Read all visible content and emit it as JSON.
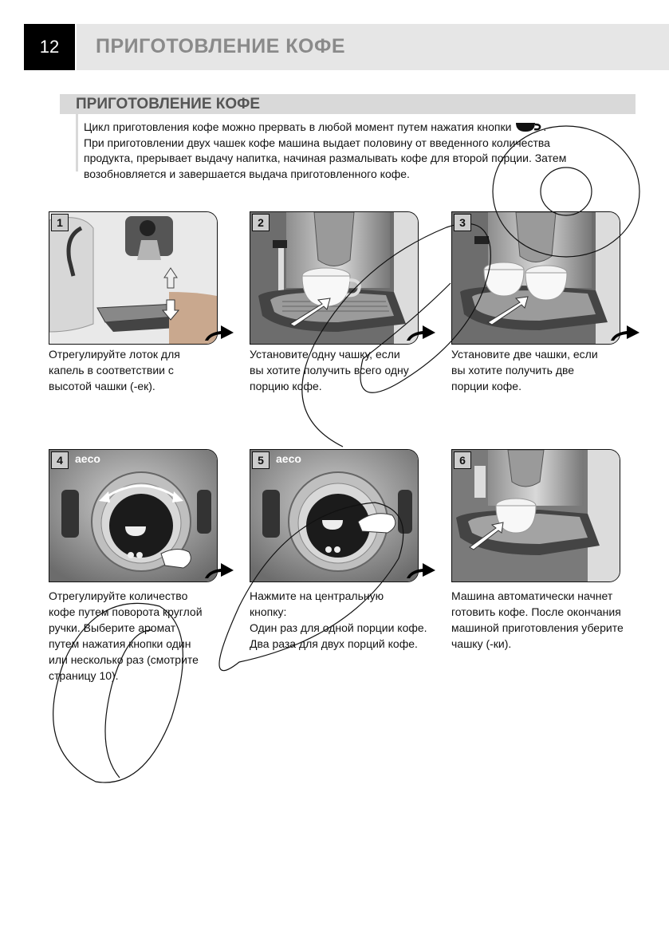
{
  "header": {
    "page_number": "12",
    "title": "ПРИГОТОВЛЕНИЕ КОФЕ"
  },
  "section": {
    "title": "ПРИГОТОВЛЕНИЕ КОФЕ"
  },
  "intro": {
    "line1": "Цикл приготовления кофе можно прервать в любой момент путем нажатия кнопки",
    "line1_end": ".",
    "line2": "При приготовлении двух чашек кофе машина выдает половину от введенного количества",
    "line3": "продукта, прерывает выдачу напитка, начиная размалывать кофе для второй порции. Затем",
    "line4": "возобновляется и завершается выдача приготовленного кофе."
  },
  "steps": [
    {
      "number": "1",
      "lines": [
        "Отрегулируйте лоток для",
        "капель в соответствии с",
        "высотой чашки (-ек)."
      ]
    },
    {
      "number": "2",
      "lines": [
        "Установите одну чашку, если",
        "вы хотите получить всего одну",
        "порцию кофе."
      ]
    },
    {
      "number": "3",
      "lines": [
        "Установите две чашки, если",
        "вы хотите получить две",
        "порции кофе."
      ]
    },
    {
      "number": "4",
      "brand": "aeco",
      "lines": [
        "Отрегулируйте количество",
        "кофе путем поворота круглой",
        "ручки. Выберите аромат",
        "путем нажатия кнопки один",
        "или несколько раз (смотрите",
        "страницу 10)."
      ]
    },
    {
      "number": "5",
      "brand": "aeco",
      "lines": [
        "Нажмите на центральную",
        "кнопку:",
        "Один раз для одной порции кофе.",
        "Два раза для двух порций кофе."
      ]
    },
    {
      "number": "6",
      "lines": [
        "Машина автоматически начнет",
        "готовить кофе. После окончания",
        "машиной приготовления уберите",
        "чашку (-ки)."
      ]
    }
  ],
  "icons": {
    "cup_button": "cup-icon",
    "next": "next-arrow-icon"
  },
  "colors": {
    "header_bg": "#000000",
    "bar_bg": "#e6e6e6",
    "section_bg": "#d9d9d9",
    "title_gray": "#8a8a8a"
  }
}
